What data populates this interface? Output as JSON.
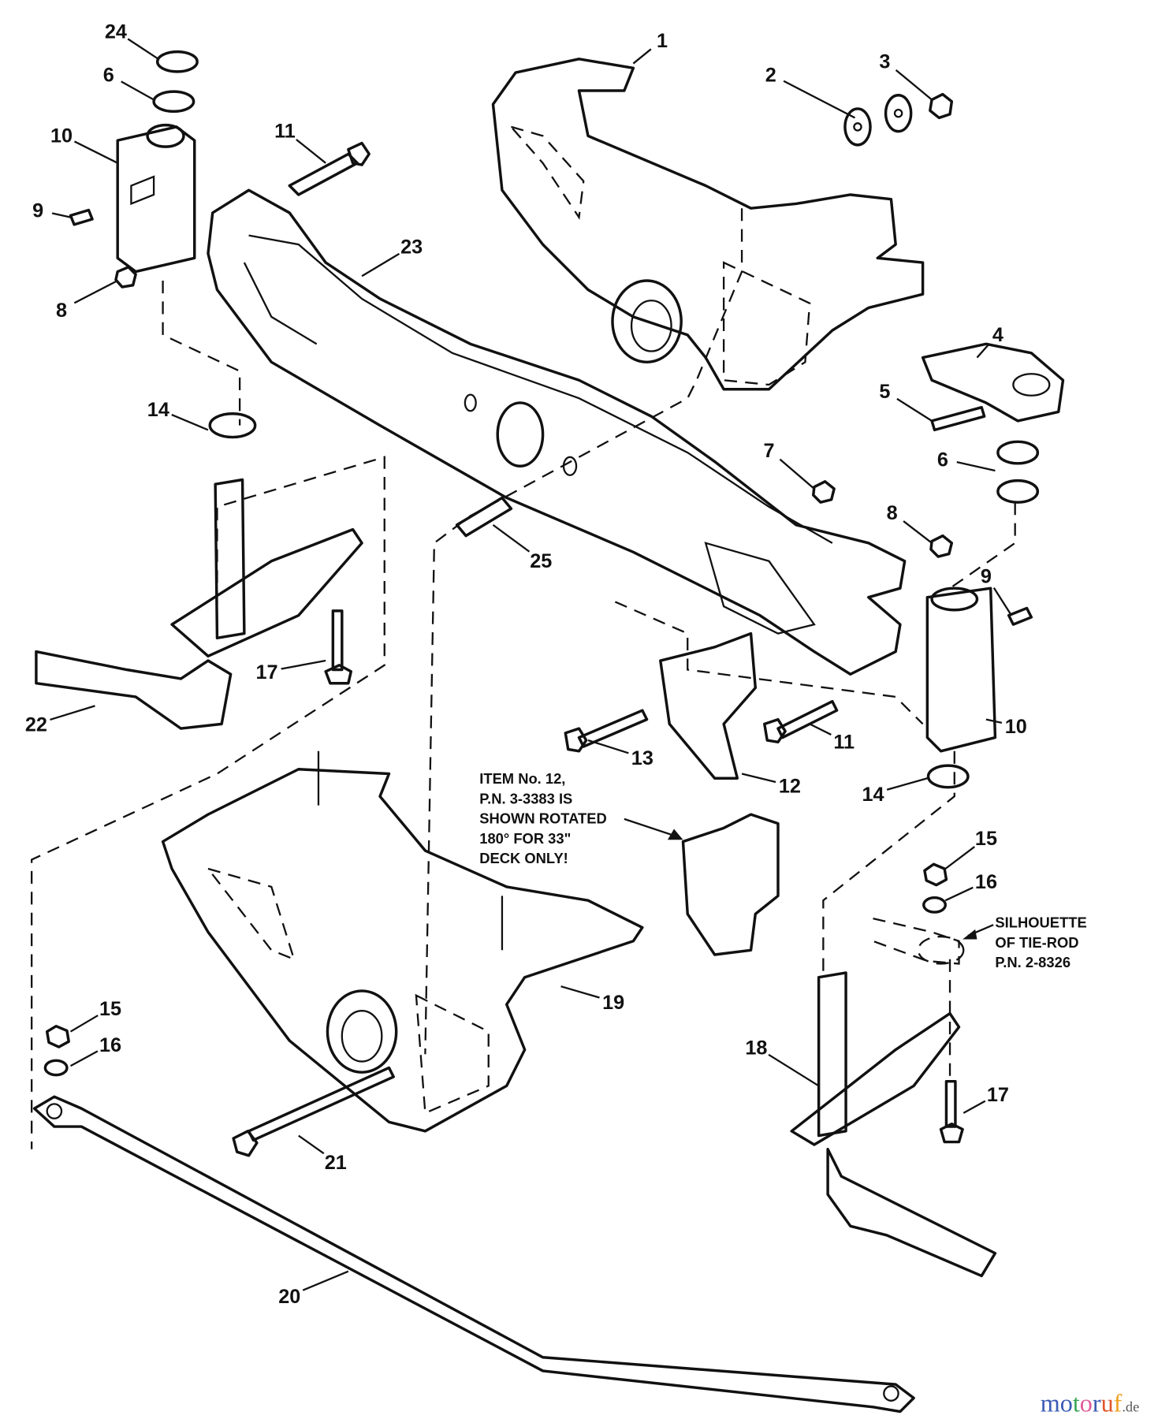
{
  "callouts": [
    {
      "label": "24"
    },
    {
      "label": "6"
    },
    {
      "label": "10"
    },
    {
      "label": "11"
    },
    {
      "label": "9"
    },
    {
      "label": "23"
    },
    {
      "label": "8"
    },
    {
      "label": "1"
    },
    {
      "label": "2"
    },
    {
      "label": "3"
    },
    {
      "label": "4"
    },
    {
      "label": "5"
    },
    {
      "label": "6"
    },
    {
      "label": "7"
    },
    {
      "label": "8"
    },
    {
      "label": "9"
    },
    {
      "label": "14"
    },
    {
      "label": "25"
    },
    {
      "label": "17"
    },
    {
      "label": "22"
    },
    {
      "label": "13"
    },
    {
      "label": "11"
    },
    {
      "label": "10"
    },
    {
      "label": "12"
    },
    {
      "label": "14"
    },
    {
      "label": "15"
    },
    {
      "label": "16"
    },
    {
      "label": "19"
    },
    {
      "label": "15"
    },
    {
      "label": "16"
    },
    {
      "label": "18"
    },
    {
      "label": "17"
    },
    {
      "label": "21"
    },
    {
      "label": "20"
    }
  ],
  "notes": {
    "item12": [
      "ITEM  No. 12,",
      "P.N. 3-3383 IS",
      "SHOWN  ROTATED",
      "180° FOR 33\"",
      "DECK ONLY!"
    ],
    "tierod": [
      "SILHOUETTE",
      "OF TIE-ROD",
      "P.N. 2-8326"
    ]
  },
  "watermark": {
    "text": "motoruf",
    "suffix": ".de",
    "colors": [
      "#3b5bb5",
      "#3b5bb5",
      "#3aa655",
      "#e05a9a",
      "#3b5bb5",
      "#e0562c",
      "#f0a020",
      "#e8c020"
    ]
  }
}
